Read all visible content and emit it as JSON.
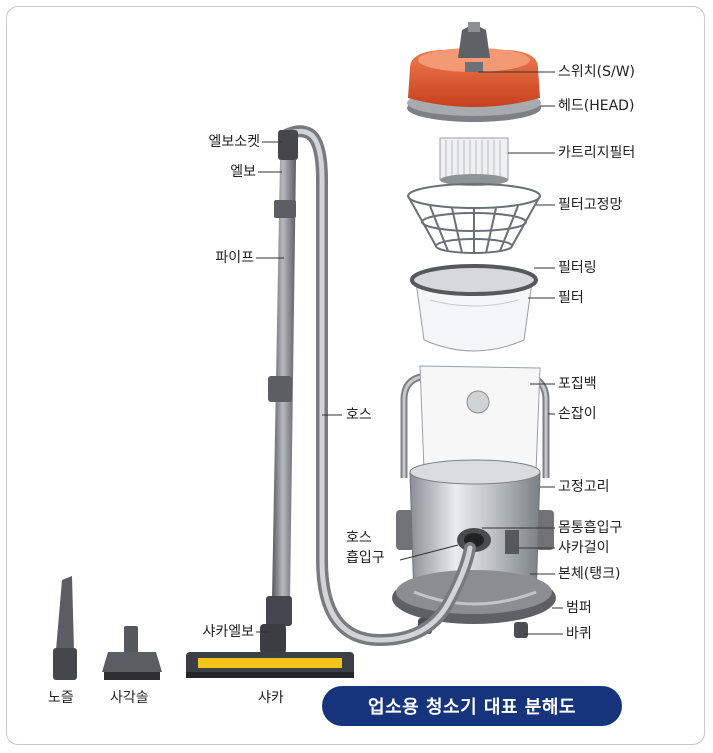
{
  "labels": {
    "switch": "스위치(S/W)",
    "head": "헤드(HEAD)",
    "cartridge_filter": "카트리지필터",
    "filter_fix_net": "필터고정망",
    "filter_ring": "필터링",
    "filter": "필터",
    "collection_bag": "포집백",
    "handle": "손잡이",
    "fixing_ring": "고정고리",
    "body_inlet": "몸통흡입구",
    "shaka_hanger": "샤카걸이",
    "body_tank": "본체(탱크)",
    "bumper": "범퍼",
    "wheel": "바퀴",
    "elbow_socket": "엘보소켓",
    "elbow": "엘보",
    "pipe": "파이프",
    "hose": "호스",
    "hose_inlet_line1": "호스",
    "hose_inlet_line2": "흡입구",
    "shaka_elbow": "샤카엘보",
    "nozzle": "노즐",
    "square_brush": "사각솔",
    "shaka": "샤카"
  },
  "title": "업소용 청소기 대표 분해도"
}
